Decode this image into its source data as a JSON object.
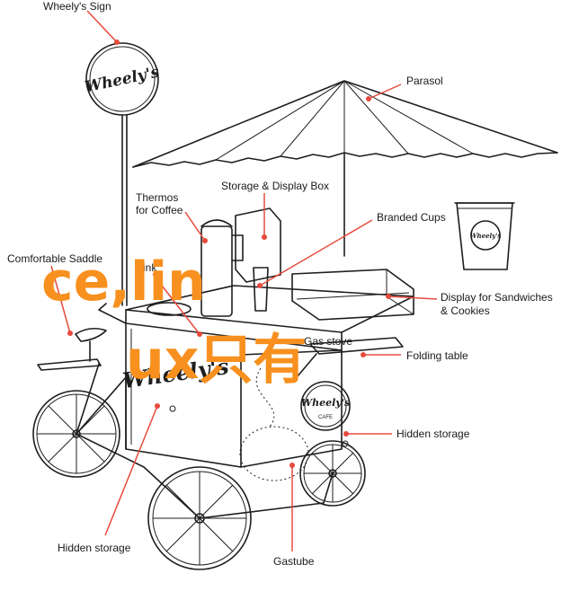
{
  "labels": {
    "wheelys_sign": "Wheely's Sign",
    "parasol": "Parasol",
    "storage_display_box": "Storage & Display Box",
    "thermos_line1": "Thermos",
    "thermos_line2": "for Coffee",
    "branded_cups": "Branded Cups",
    "comfortable_saddle": "Comfortable Saddle",
    "sink": "Sink",
    "display_line1": "Display for Sandwiches",
    "display_line2": "& Cookies",
    "gas_stove": "Gas stove",
    "folding_table": "Folding table",
    "hidden_storage_right": "Hidden storage",
    "hidden_storage_left": "Hidden storage",
    "gastube": "Gastube"
  },
  "logos": {
    "sign": "Wheely's",
    "cart_side": "Wheely's",
    "badge_main": "Wheely's",
    "badge_sub": "CAFE",
    "cup": "Wheely's"
  },
  "watermark": {
    "line1": "ce,lin",
    "line2": "ux只有",
    "color": "#f7901e"
  },
  "colors": {
    "leader": "#e84a3c",
    "ink": "#1e1e1e"
  }
}
